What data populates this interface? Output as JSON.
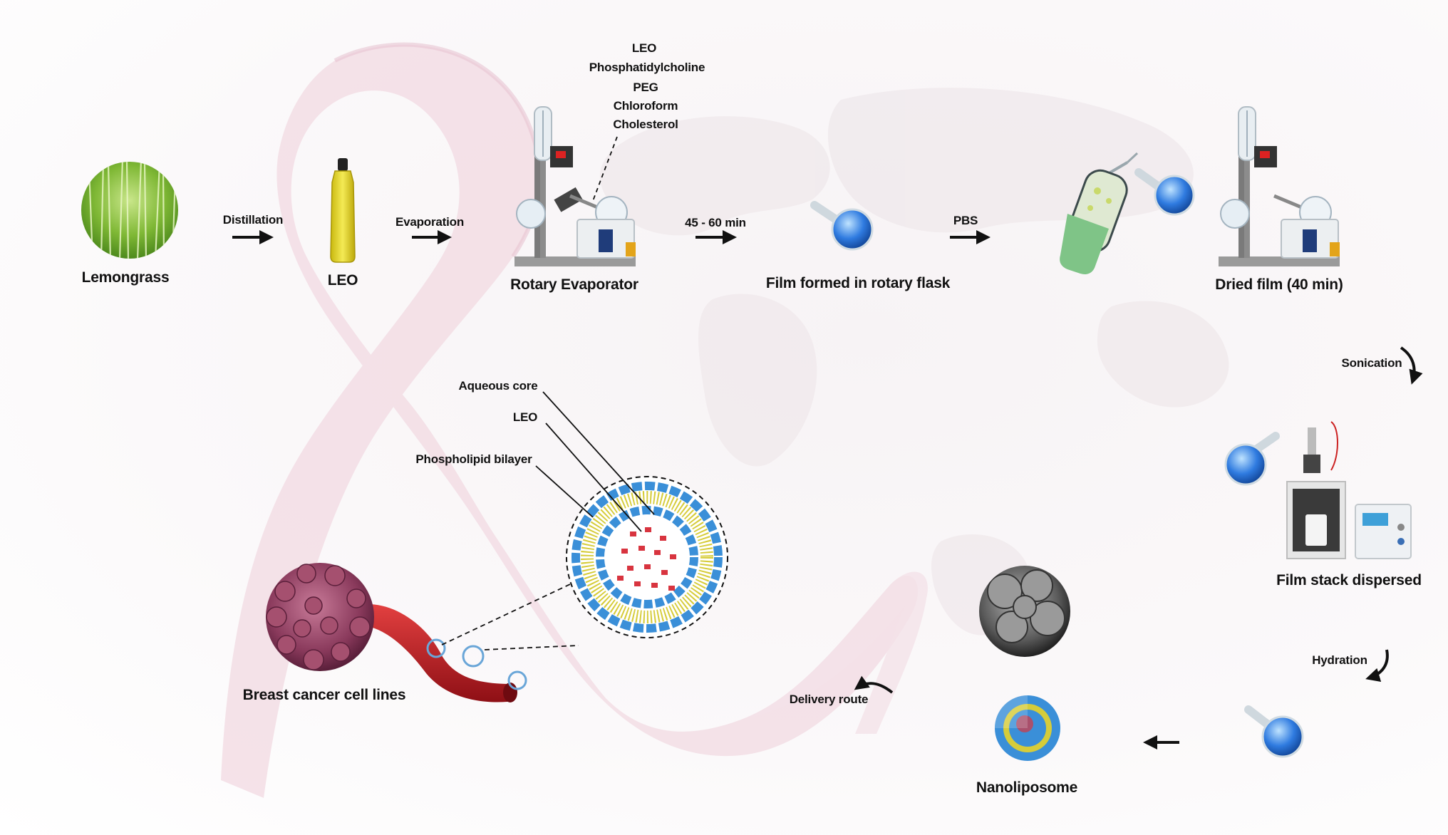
{
  "labels": {
    "lemongrass": "Lemongrass",
    "distillation": "Distillation",
    "leo": "LEO",
    "evaporation": "Evaporation",
    "rotary_evaporator": "Rotary Evaporator",
    "ingredients": [
      "LEO",
      "Phosphatidylcholine",
      "PEG",
      "Chloroform",
      "Cholesterol"
    ],
    "time_45_60": "45 - 60 min",
    "film_formed": "Film formed in rotary flask",
    "pbs": "PBS",
    "dried_film": "Dried film (40 min)",
    "sonication": "Sonication",
    "film_stack": "Film stack dispersed",
    "hydration": "Hydration",
    "nanoliposome": "Nanoliposome",
    "delivery_route": "Delivery route",
    "breast_cancer": "Breast cancer cell lines",
    "aqueous_core": "Aqueous core",
    "leo_inner": "LEO",
    "phospholipid": "Phospholipid bilayer"
  },
  "icons": [
    "lemongrass-icon",
    "oil-bottle-icon",
    "rotary-evaporator-icon",
    "flask-icon",
    "wash-bottle-icon",
    "sonicator-icon",
    "sem-image-icon",
    "nanoliposome-icon",
    "cancer-cell-icon",
    "blood-vessel-icon",
    "liposome-diagram-icon",
    "ribbon-icon",
    "arrow-icon"
  ],
  "colors": {
    "ribbon": "#f1d9e2",
    "flask_blue": "#2c6fd1",
    "leo_yellow": "#e6d62a",
    "grass_green": "#6fae2a",
    "lipid_head": "#3a8fd8",
    "lipid_tail": "#d6cc3a",
    "core_red": "#d8343f",
    "cancer_cell": "#8a3a5c"
  }
}
